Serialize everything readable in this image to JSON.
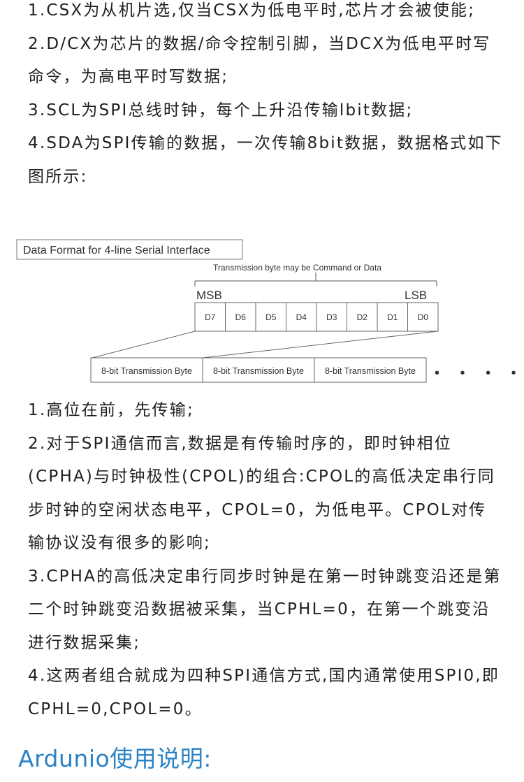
{
  "intro_items": [
    "1.CSX为从机片选,仅当CSX为低电平时,芯片才会被使能;",
    "2.D/CX为芯片的数据/命令控制引脚，当DCX为低电平时写命令，为高电平时写数据;",
    "3.SCL为SPI总线时钟，每个上升沿传输lbit数据;",
    "4.SDA为SPI传输的数据，一次传输8bit数据，数据格式如下图所示:"
  ],
  "figure": {
    "title": "Data Format for 4-line Serial Interface",
    "bracket_label": "Transmission byte may be Command or Data",
    "msb_label": "MSB",
    "lsb_label": "LSB",
    "bits": [
      "D7",
      "D6",
      "D5",
      "D4",
      "D3",
      "D2",
      "D1",
      "D0"
    ],
    "bytes": [
      "8-bit Transmission Byte",
      "8-bit Transmission Byte",
      "8-bit Transmission Byte"
    ],
    "ellipsis": "• • • •"
  },
  "notes_items": [
    "1.高位在前，先传输;",
    "2.对于SPI通信而言,数据是有传输时序的，即时钟相位(CPHA)与时钟极性(CPOL)的组合:CPOL的高低决定串行同步时钟的空闲状态电平，CPOL=0，为低电平。CPOL对传输协议没有很多的影响;",
    "3.CPHA的高低决定串行同步时钟是在第一时钟跳变沿还是第二个时钟跳变沿数据被采集，当CPHL=0，在第一个跳变沿进行数据采集;",
    "4.这两者组合就成为四种SPI通信方式,国内通常使用SPI0,即CPHL=0,CPOL=0。"
  ],
  "section_heading": "Ardunio使用说明:"
}
